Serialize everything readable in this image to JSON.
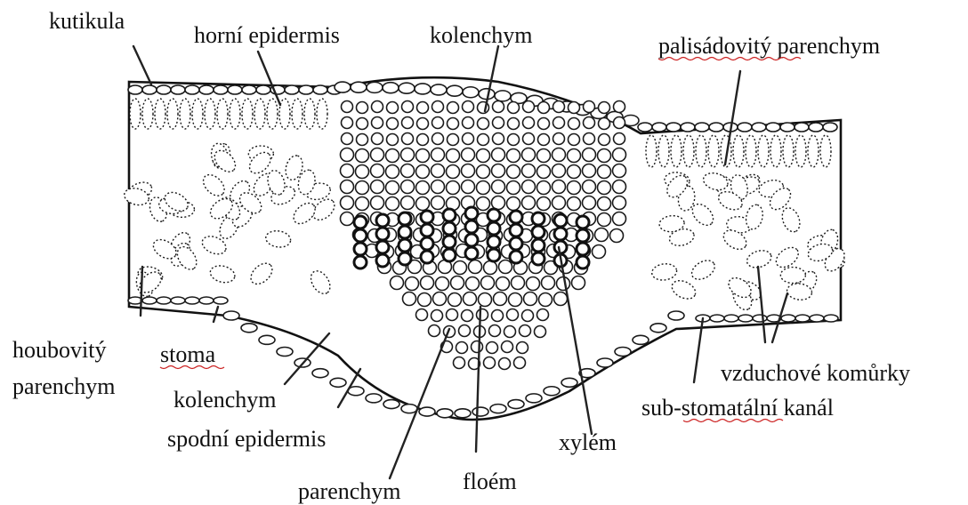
{
  "labels": {
    "kutikula": "kutikula",
    "horni_epidermis": "horní epidermis",
    "kolenchym_top": "kolenchym",
    "palisadovity_1": "palisádovitý",
    "palisadovity_2": "parenchym",
    "houbovity_1": "houbovitý",
    "houbovity_2": "parenchym",
    "stoma": "stoma",
    "kolenchym_bottom": "kolenchym",
    "spodni_epidermis": "spodní epidermis",
    "parenchym": "parenchym",
    "floem": "floém",
    "xylem": "xylém",
    "vzduchove_komurky": "vzduchové komůrky",
    "sub_stomatalni_1": "sub-",
    "sub_stomatalni_2": "stomatální",
    "sub_stomatalni_3": "kanál"
  },
  "colors": {
    "ink": "#111111",
    "spellcheck_underline": "#cc2222",
    "background": "#ffffff"
  }
}
